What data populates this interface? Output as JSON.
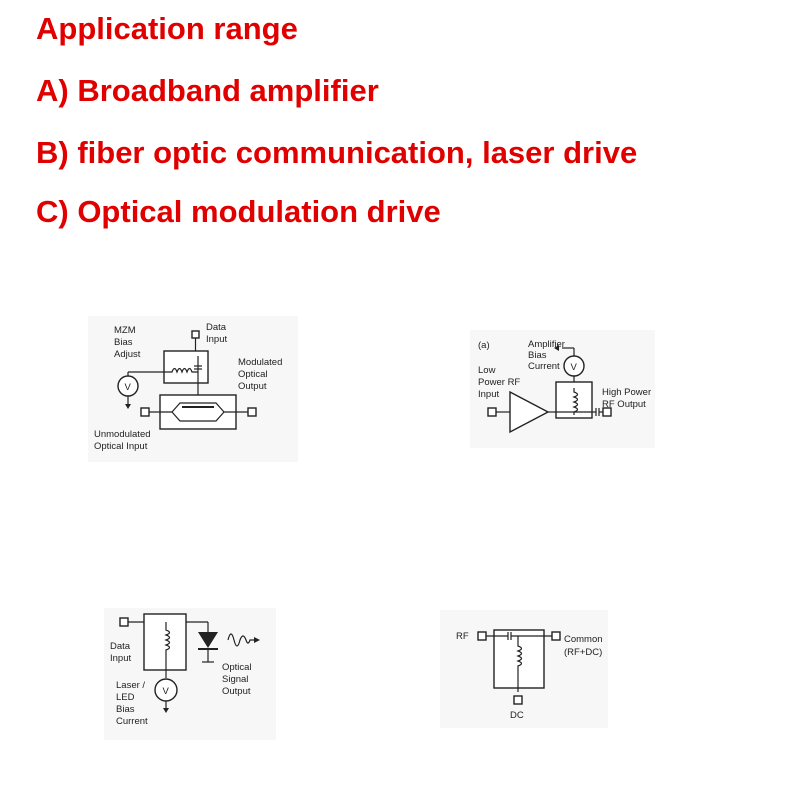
{
  "headings": [
    "Application range",
    "A) Broadband amplifier",
    "B) fiber optic communication, laser drive",
    "C) Optical modulation drive"
  ],
  "colors": {
    "heading": "#e00000",
    "diagram_lines": "#222222",
    "diagram_bg": "#f7f7f7"
  },
  "diagrams": {
    "mzm": {
      "bias_label": [
        "MZM",
        "Bias",
        "Adjust"
      ],
      "data_input": [
        "Data",
        "Input"
      ],
      "modulated_output": [
        "Modulated",
        "Optical",
        "Output"
      ],
      "unmodulated_input": [
        "Unmodulated",
        "Optical Input"
      ],
      "meter": "V"
    },
    "amplifier": {
      "tag": "(a)",
      "bias": [
        "Amplifier",
        "Bias",
        "Current"
      ],
      "low_power": [
        "Low",
        "Power RF",
        "Input"
      ],
      "high_power": [
        "High Power",
        "RF Output"
      ],
      "meter": "V"
    },
    "laser": {
      "data_input": [
        "Data",
        "Input"
      ],
      "bias": [
        "Laser /",
        "LED",
        "Bias",
        "Current"
      ],
      "optical_output": [
        "Optical",
        "Signal",
        "Output"
      ],
      "meter": "V"
    },
    "bias_tee": {
      "rf": "RF",
      "common": [
        "Common",
        "(RF+DC)"
      ],
      "dc": "DC"
    }
  }
}
